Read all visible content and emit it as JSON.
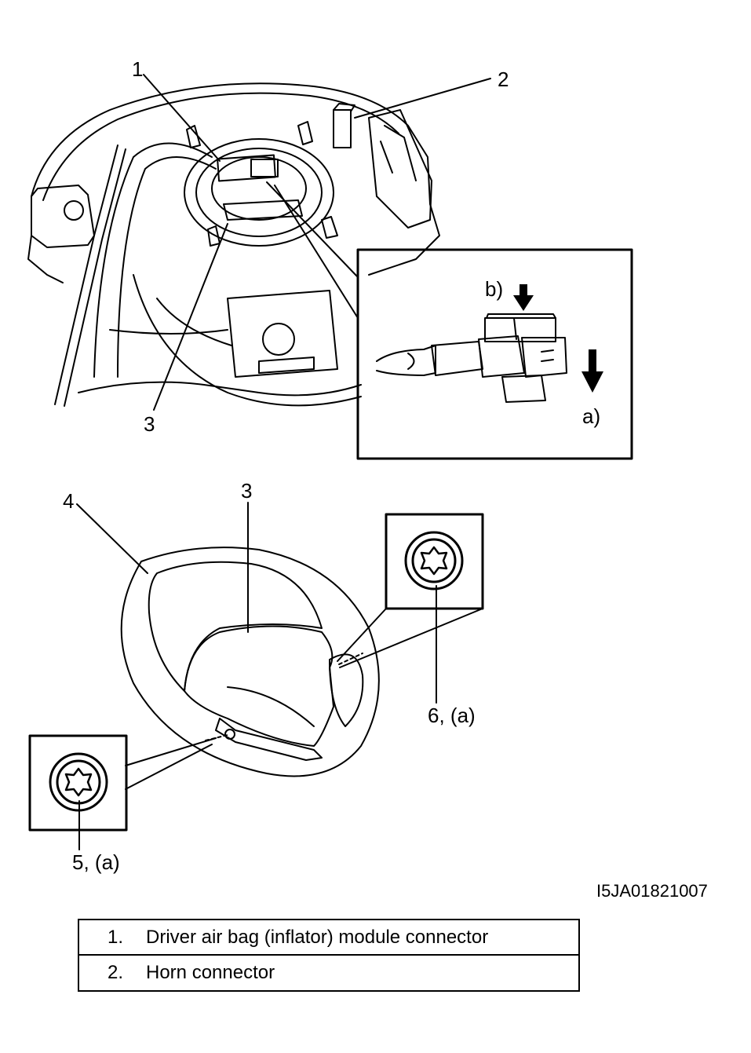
{
  "callouts": {
    "c1": "1",
    "c2": "2",
    "c3_top": "3",
    "c3_bottom": "3",
    "c4": "4",
    "c5": "5, (a)",
    "c6": "6, (a)",
    "step_a": "a)",
    "step_b": "b)"
  },
  "figure_code": "I5JA01821007",
  "legend": [
    {
      "num": "1.",
      "text": "Driver air bag (inflator) module connector"
    },
    {
      "num": "2.",
      "text": "Horn connector"
    }
  ]
}
